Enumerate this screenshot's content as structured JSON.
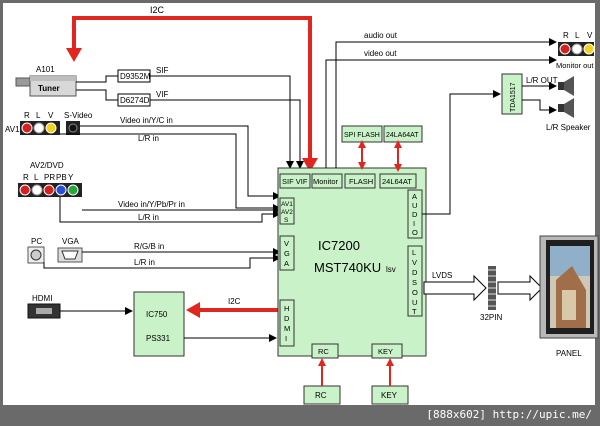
{
  "diagram": {
    "top_bus": "I2C",
    "tuner": {
      "part": "A101",
      "label": "Tuner"
    },
    "sif_chip": "D9352M",
    "vif_chip": "D6274D",
    "sif": "SIF",
    "vif": "VIF",
    "av1": {
      "label": "AV1",
      "pins": [
        "R",
        "L",
        "V"
      ],
      "svideo": "S-Video",
      "video_in": "Video in/Y/C in",
      "lr_in": "L/R in"
    },
    "av2": {
      "label": "AV2/DVD",
      "pins": [
        "R",
        "L",
        "PR",
        "PB",
        "Y"
      ],
      "video_in": "Video in/Y/Pb/Pr in",
      "lr_in": "L/R in"
    },
    "pc": {
      "label": "PC",
      "vga": "VGA",
      "rgb_in": "R/G/B in",
      "lr_in": "L/R in"
    },
    "hdmi_port": "HDMI",
    "ic750": {
      "name": "IC750",
      "part": "PS331"
    },
    "i2c_hdmi": "I2C",
    "main": {
      "name": "IC7200",
      "part": "MST740KU",
      "suffix": "lsv",
      "sif_vif": "SIF VIF",
      "monitor": "Monitor",
      "flash": "FLASH",
      "eeprom": "24L64AT",
      "av_ports": [
        "AV1",
        "AV2",
        "S"
      ],
      "vga": [
        "V",
        "G",
        "A"
      ],
      "hdmi": [
        "H",
        "D",
        "M",
        "I"
      ],
      "audio": [
        "A",
        "U",
        "D",
        "I",
        "O"
      ],
      "lvds_out": [
        "L",
        "V",
        "D",
        "S",
        "O",
        "U",
        "T"
      ],
      "rc": "RC",
      "key": "KEY"
    },
    "spi_flash": "SPI FLASH",
    "eeprom_ext": "24LA64AT",
    "audio_out": "audio out",
    "video_out": "video out",
    "monitor_pins": [
      "R",
      "L",
      "V"
    ],
    "monitor_out": "Monitor out",
    "tda": "TDA1517",
    "lr_out": "L/R OUT",
    "speaker": "L/R Speaker",
    "lvds": "LVDS",
    "pin32": "32PIN",
    "panel": "PANEL",
    "rc_ext": "RC",
    "key_ext": "KEY"
  },
  "footer": "[888x602] http://upic.me/",
  "colors": {
    "block_fill": "#c9f2c9",
    "red_arrow": "#e0261e",
    "frame": "#6a6a6a"
  }
}
